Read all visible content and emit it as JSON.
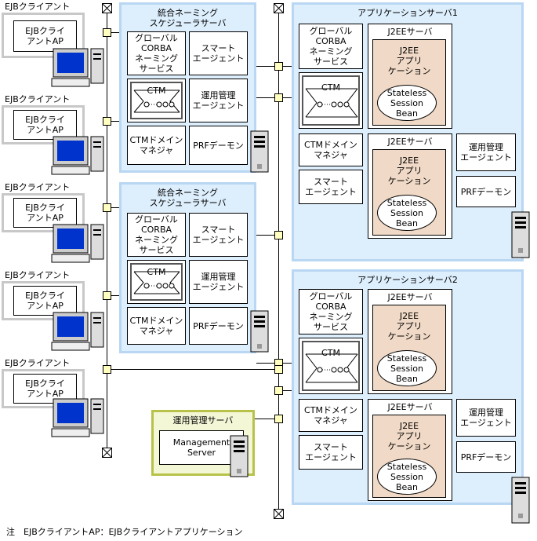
{
  "clients": [
    {
      "title": "EJBクライアント",
      "ap": "EJBクライ\nアントAP"
    },
    {
      "title": "EJBクライアント",
      "ap": "EJBクライ\nアントAP"
    },
    {
      "title": "EJBクライアント",
      "ap": "EJBクライ\nアントAP"
    },
    {
      "title": "EJBクライアント",
      "ap": "EJBクライ\nアントAP"
    },
    {
      "title": "EJBクライアント",
      "ap": "EJBクライ\nアントAP"
    }
  ],
  "scheduler": {
    "title": "統合ネーミング\nスケジューラサーバ",
    "global_corba": "グローバル\nCORBA\nネーミング\nサービス",
    "smart_agent": "スマート\nエージェント",
    "ctm": "CTM",
    "ops_agent": "運用管理\nエージェント",
    "ctm_domain": "CTMドメイン\nマネジャ",
    "prf": "PRFデーモン"
  },
  "app_server_1": {
    "title": "アプリケーションサーバ1",
    "global_corba": "グローバル\nCORBA\nネーミング\nサービス",
    "ctm": "CTM",
    "ctm_domain": "CTMドメイン\nマネジャ",
    "smart_agent": "スマート\nエージェント",
    "ops_agent": "運用管理\nエージェント",
    "prf": "PRFデーモン",
    "j2ee_label": "J2EEサーバ",
    "app_label": "J2EE\nアプリ\nケーション",
    "bean_label": "Stateless\nSession\nBean"
  },
  "app_server_2": {
    "title": "アプリケーションサーバ2",
    "global_corba": "グローバル\nCORBA\nネーミング\nサービス",
    "ctm": "CTM",
    "ctm_domain": "CTMドメイン\nマネジャ",
    "smart_agent": "スマート\nエージェント",
    "ops_agent": "運用管理\nエージェント",
    "prf": "PRFデーモン",
    "j2ee_label": "J2EEサーバ",
    "app_label": "J2EE\nアプリ\nケーション",
    "bean_label": "Stateless\nSession\nBean"
  },
  "ops_server": {
    "title": "運用管理サーバ",
    "management": "Management\nServer"
  },
  "footnote": "注　EJBクライアントAP：EJBクライアントアプリケーション"
}
